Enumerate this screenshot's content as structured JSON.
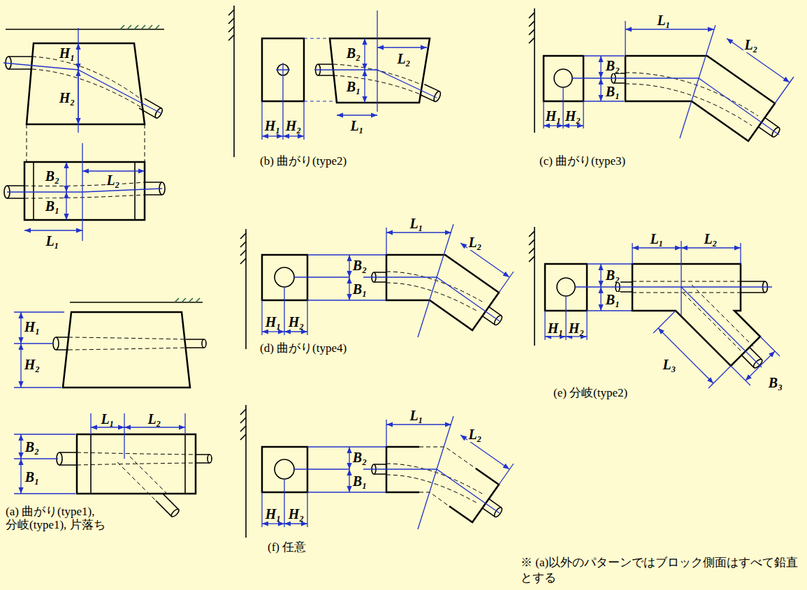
{
  "diagram": {
    "labels": [
      "H₁",
      "H₂",
      "B₂",
      "B₁",
      "L₂",
      "L₁",
      "H₁",
      "H₂",
      "L₁",
      "L₂",
      "B₂",
      "B₁",
      "(a) 曲がり(type1), 分岐(type1), 片落ち",
      "B₂",
      "B₁",
      "L₂",
      "H₁",
      "H₂",
      "L₁",
      "(b) 曲がり(type2)",
      "L₁",
      "L₂",
      "B₂",
      "B₁",
      "H₁",
      "H₂",
      "(c) 曲がり(type3)",
      "L₁",
      "L₂",
      "B₂",
      "B₁",
      "H₁",
      "H₂",
      "(d) 曲がり(type4)",
      "L₁",
      "L₂",
      "B₂",
      "B₁",
      "H₁",
      "H₂",
      "L₃",
      "B₃",
      "(e) 分岐(type2)",
      "L₁",
      "L₂",
      "B₂",
      "B₁",
      "H₁",
      "H₂",
      "(f) 任意",
      "※ (a)以外のパターンではブロック側面はすべて鉛直とする"
    ]
  }
}
